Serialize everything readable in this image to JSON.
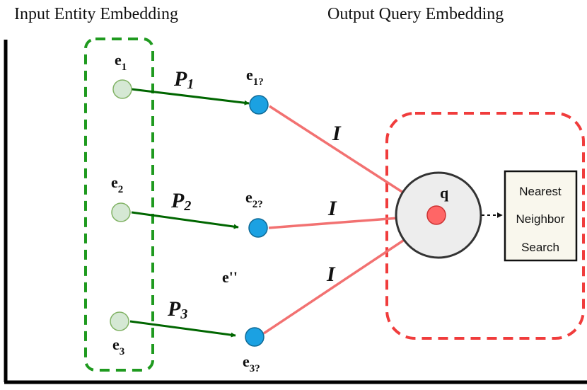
{
  "titles": {
    "left": "Input Entity Embedding",
    "right": "Output Query Embedding"
  },
  "nodes": {
    "e1": {
      "base": "e",
      "sub": "1"
    },
    "e2": {
      "base": "e",
      "sub": "2"
    },
    "e3": {
      "base": "e",
      "sub": "3"
    },
    "e1q": {
      "base": "e",
      "sub": "1?"
    },
    "e2q": {
      "base": "e",
      "sub": "2?"
    },
    "e3q": {
      "base": "e",
      "sub": "3?"
    },
    "epp": "e''",
    "q": "q"
  },
  "edges": {
    "p1": {
      "base": "P",
      "sub": "1"
    },
    "p2": {
      "base": "P",
      "sub": "2"
    },
    "p3": {
      "base": "P",
      "sub": "3"
    },
    "i1": "I",
    "i2": "I",
    "i3": "I"
  },
  "search_box": [
    "Nearest",
    "Neighbor",
    "Search"
  ],
  "colors": {
    "input_node": "#d5e8d4",
    "input_node_stroke": "#82b366",
    "projected_node": "#1ba1e2",
    "query_node": "#ff6666",
    "projection_edge": "#006600",
    "intersection_edge": "#f27171",
    "input_box": "#1f9a1f",
    "output_box": "#f03c3c",
    "search_box_fill": "#f9f7ed"
  }
}
